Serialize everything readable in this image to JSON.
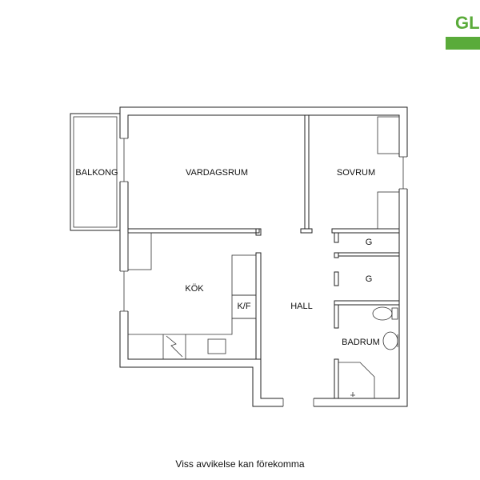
{
  "logo": {
    "text": "GL",
    "color": "#5aab3a"
  },
  "rooms": {
    "balkong": "BALKONG",
    "vardagsrum": "VARDAGSRUM",
    "sovrum": "SOVRUM",
    "kok": "KÖK",
    "kf": "K/F",
    "hall": "HALL",
    "g1": "G",
    "g2": "G",
    "badrum": "BADRUM"
  },
  "disclaimer": "Viss avvikelse kan förekomma",
  "colors": {
    "wall": "#222222",
    "background": "#ffffff"
  }
}
